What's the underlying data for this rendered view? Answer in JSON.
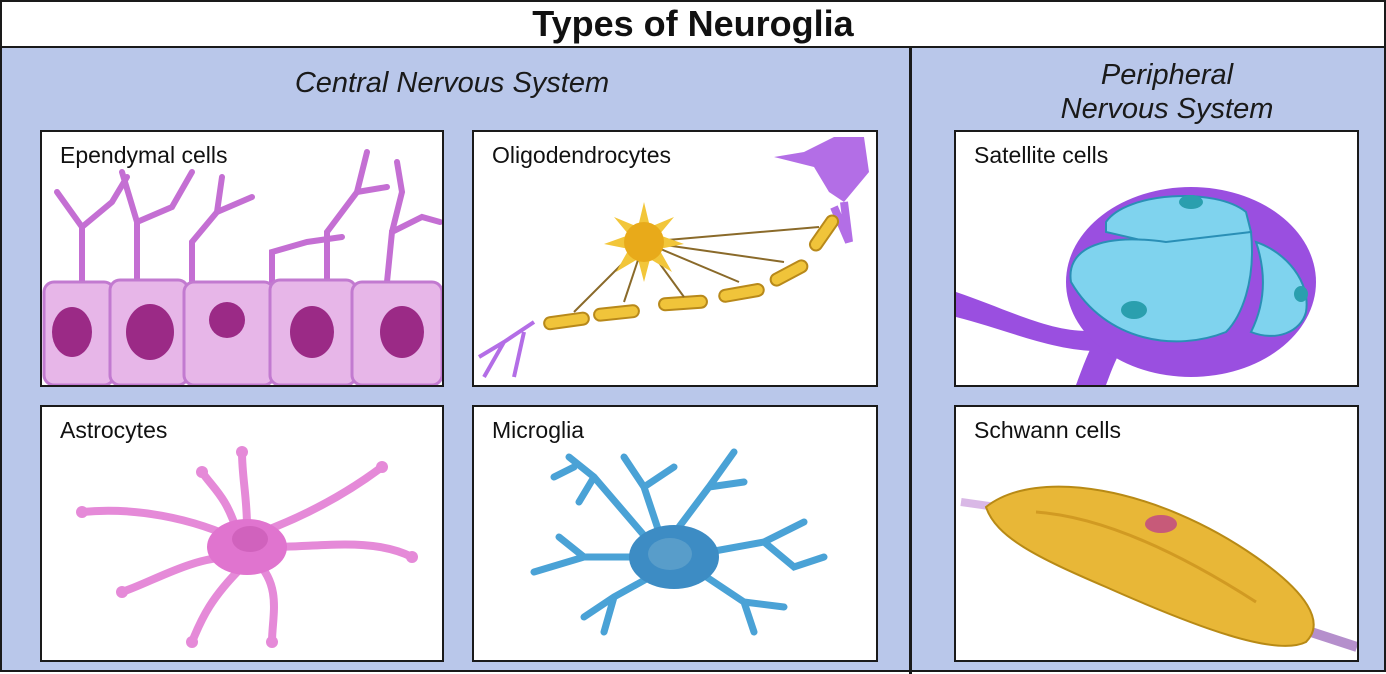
{
  "title": "Types of Neuroglia",
  "sections": {
    "cns": {
      "heading": "Central Nervous System"
    },
    "pns": {
      "heading_line1": "Peripheral",
      "heading_line2": "Nervous System"
    }
  },
  "panels": {
    "ependymal": {
      "label": "Ependymal cells"
    },
    "oligodendrocytes": {
      "label": "Oligodendrocytes"
    },
    "satellite": {
      "label": "Satellite cells"
    },
    "astrocytes": {
      "label": "Astrocytes"
    },
    "microglia": {
      "label": "Microglia"
    },
    "schwann": {
      "label": "Schwann cells"
    }
  },
  "colors": {
    "background": "#b9c7ea",
    "ependymal": "#d58be0",
    "oligodendrocyte": "#e5b52a",
    "satellite": "#7fd3ee",
    "astrocyte": "#e58ad8",
    "microglia": "#4aa2d6",
    "schwann": "#e8b737",
    "nerve": "#9a4fe0"
  }
}
